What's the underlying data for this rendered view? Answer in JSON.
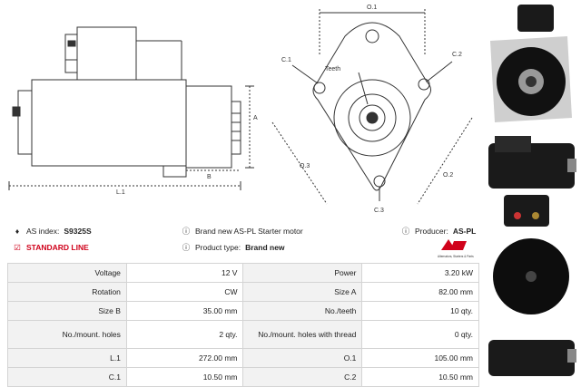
{
  "diagram": {
    "labels": {
      "o1": "O.1",
      "c1": "C.1",
      "teeth": "Teeth",
      "c2": "C.2",
      "o3": "O.3",
      "o2": "O.2",
      "c3": "C.3",
      "a": "A",
      "b": "B",
      "l1": "L.1"
    }
  },
  "info": {
    "as_index_label": "AS index:",
    "as_index_value": "S9325S",
    "standard_line": "STANDARD LINE",
    "description": "Brand new AS-PL Starter motor",
    "product_type_label": "Product type:",
    "product_type_value": "Brand new",
    "producer_label": "Producer:",
    "producer_value": "AS-PL",
    "logo_caption": "Alternators, Starters & Parts"
  },
  "specs": [
    {
      "l1": "Voltage",
      "v1": "12 V",
      "l2": "Power",
      "v2": "3.20 kW"
    },
    {
      "l1": "Rotation",
      "v1": "CW",
      "l2": "Size A",
      "v2": "82.00 mm"
    },
    {
      "l1": "Size B",
      "v1": "35.00 mm",
      "l2": "No./teeth",
      "v2": "10 qty."
    },
    {
      "l1": "No./mount. holes",
      "v1": "2 qty.",
      "l2": "No./mount. holes with thread",
      "v2": "0 qty."
    },
    {
      "l1": "L.1",
      "v1": "272.00 mm",
      "l2": "O.1",
      "v2": "105.00 mm"
    },
    {
      "l1": "C.1",
      "v1": "10.50 mm",
      "l2": "C.2",
      "v2": "10.50 mm"
    }
  ],
  "colors": {
    "accent_red": "#d0021b",
    "dark": "#1a1a1a"
  },
  "icons": [
    "tag-icon",
    "checkbox-icon",
    "info-icon"
  ]
}
